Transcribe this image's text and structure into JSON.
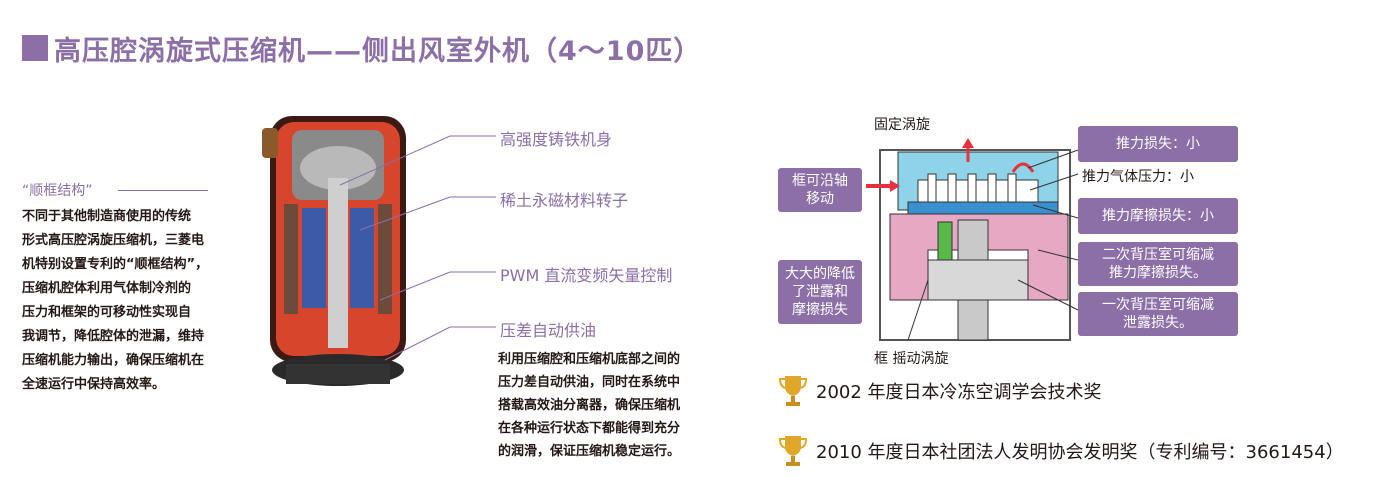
{
  "title": "高压腔涡旋式压缩机——侧出风室外机（4～10匹）",
  "side": {
    "heading": "“顺框结构”",
    "lines": [
      "不同于其他制造商使用的传统",
      "形式高压腔涡旋压缩机，三菱电",
      "机特别设置专利的“顺框结构”，",
      "压缩机腔体利用气体制冷剂的",
      "压力和框架的可移动性实现自",
      "我调节，降低腔体的泄漏，维持",
      "压缩机能力输出，确保压缩机在",
      "全速运行中保持高效率。"
    ]
  },
  "callouts": [
    "高强度铸铁机身",
    "稀土永磁材料转子",
    "PWM 直流变频矢量控制",
    "压差自动供油"
  ],
  "oil_desc": [
    "利用压缩腔和压缩机底部之间的",
    "压力差自动供油，同时在系统中",
    "搭载高效油分离器，确保压缩机",
    "在各种运行状态下都能得到充分",
    "的润滑，保证压缩机稳定运行。"
  ],
  "diagram": {
    "top_label": "固定涡旋",
    "bottom_label": "框  摇动涡旋",
    "right_plain": "推力气体压力：小",
    "left_boxes": [
      "框可沿轴\n移动",
      "大大的降低\n了泄露和\n摩擦损失"
    ],
    "right_boxes": [
      "推力损失：小",
      "推力摩擦损失：小",
      "二次背压室可缩减\n推力摩擦损失。",
      "一次背压室可缩减\n泄露损失。"
    ],
    "colors": {
      "box": "#8b6fa6",
      "arrow": "#e8303a",
      "cyan": "#8fd3e8",
      "pink": "#e7a8c4"
    }
  },
  "awards": [
    "2002 年度日本冷冻空调学会技术奖",
    "2010 年度日本社团法人发明协会发明奖（专利编号：3661454）"
  ],
  "icons": [
    "trophy-icon"
  ]
}
